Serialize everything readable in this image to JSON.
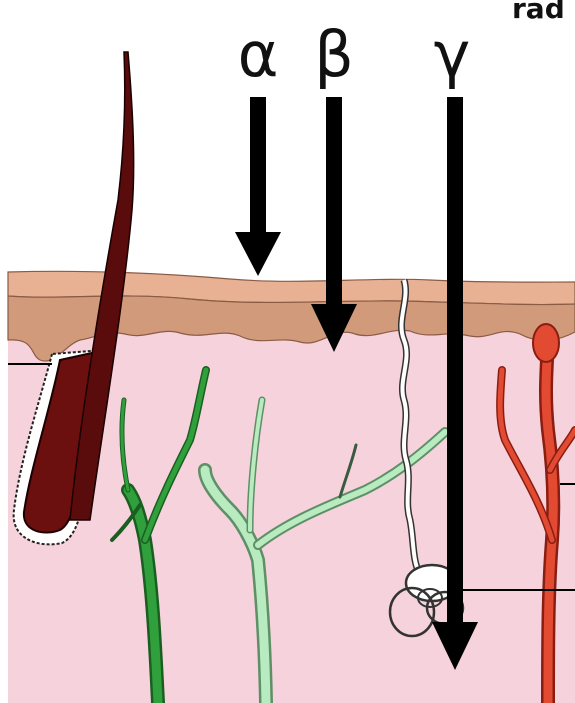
{
  "diagram": {
    "labels": {
      "alpha": "α",
      "beta": "β",
      "gamma": "γ",
      "top_right_fragment": "rad"
    },
    "colors": {
      "dermis": "#f6d3dc",
      "epidermis_outer": "#e8b193",
      "epidermis_inner": "#d19a7b",
      "hair": "#6b0f0f",
      "green_nerve": "#1f8a2b",
      "light_green_nerve": "#a8e3b1",
      "red_vessel": "#e24a32",
      "arrow": "#000000"
    }
  }
}
